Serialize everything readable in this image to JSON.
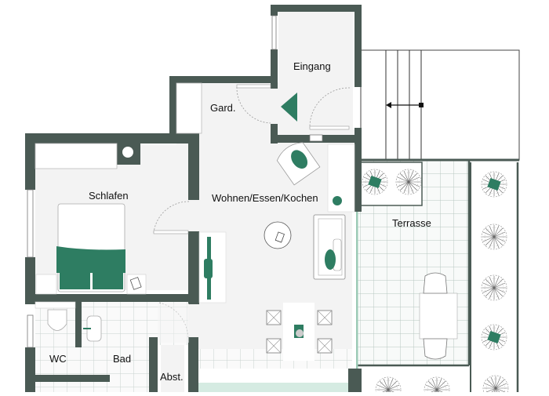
{
  "floorplan": {
    "colors": {
      "wall": "#4a5a54",
      "floor": "#f3f3f3",
      "accent": "#2e7d62",
      "tile_line": "#b9c9c2",
      "terrace_tile": "#f6f8f7",
      "outline": "#555555"
    },
    "rooms": [
      {
        "id": "eingang",
        "label": "Eingang"
      },
      {
        "id": "garderobe",
        "label": "Gard."
      },
      {
        "id": "schlafen",
        "label": "Schlafen"
      },
      {
        "id": "wohnen",
        "label": "Wohnen/Essen/Kochen"
      },
      {
        "id": "terrasse",
        "label": "Terrasse"
      },
      {
        "id": "wc",
        "label": "WC"
      },
      {
        "id": "bad",
        "label": "Bad"
      },
      {
        "id": "abstellraum",
        "label": "Abst."
      }
    ],
    "symbols": {
      "entrance_arrow": "entrance-arrow",
      "stairs_arrow": "stairs-direction-arrow"
    }
  }
}
